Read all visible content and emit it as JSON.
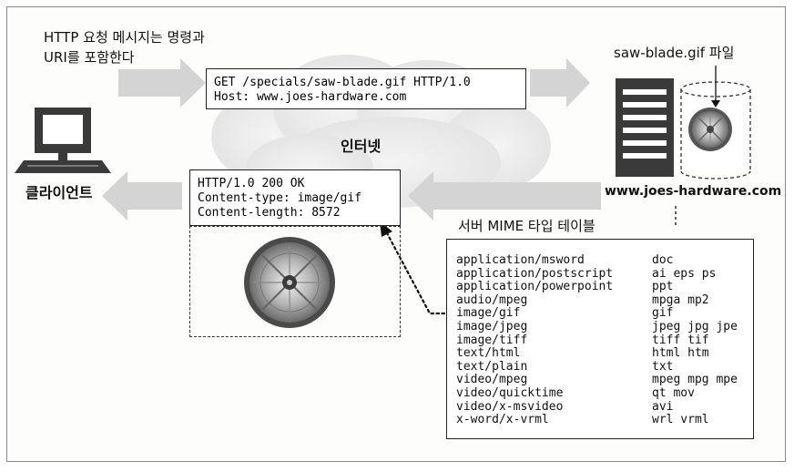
{
  "request_caption": {
    "line1": "HTTP 요청 메시지는 명령과",
    "line2": "URI를 포함한다"
  },
  "request": {
    "line1": "GET /specials/saw-blade.gif HTTP/1.0",
    "line2": "Host: www.joes-hardware.com"
  },
  "cloud_label": "인터넷",
  "client_label": "클라이언트",
  "server_label": "www.joes-hardware.com",
  "file_label": "saw-blade.gif 파일",
  "response": {
    "line1": "HTTP/1.0 200 OK",
    "line2": "Content-type: image/gif",
    "line3": "Content-length: 8572"
  },
  "mime_table": {
    "title": "서버 MIME 타입 테이블",
    "rows": [
      {
        "type": "application/msword",
        "ext": "doc"
      },
      {
        "type": "application/postscript",
        "ext": "ai eps ps"
      },
      {
        "type": "application/powerpoint",
        "ext": "ppt"
      },
      {
        "type": "audio/mpeg",
        "ext": "mpga mp2"
      },
      {
        "type": "image/gif",
        "ext": "gif"
      },
      {
        "type": "image/jpeg",
        "ext": "jpeg jpg jpe"
      },
      {
        "type": "image/tiff",
        "ext": "tiff tif"
      },
      {
        "type": "text/html",
        "ext": "html htm"
      },
      {
        "type": "text/plain",
        "ext": "txt"
      },
      {
        "type": "video/mpeg",
        "ext": "mpeg mpg mpe"
      },
      {
        "type": "video/quicktime",
        "ext": "qt mov"
      },
      {
        "type": "video/x-msvideo",
        "ext": "avi"
      },
      {
        "type": "x-word/x-vrml",
        "ext": "wrl vrml"
      }
    ]
  },
  "colors": {
    "arrow": "#d4d4d4",
    "cloud": "#ececec",
    "ink": "#111111",
    "server": "#3a3a3a"
  },
  "icons": {
    "client": "desktop-computer-icon",
    "server": "server-tower-icon",
    "database": "database-cylinder-icon",
    "blade": "saw-blade-icon"
  }
}
